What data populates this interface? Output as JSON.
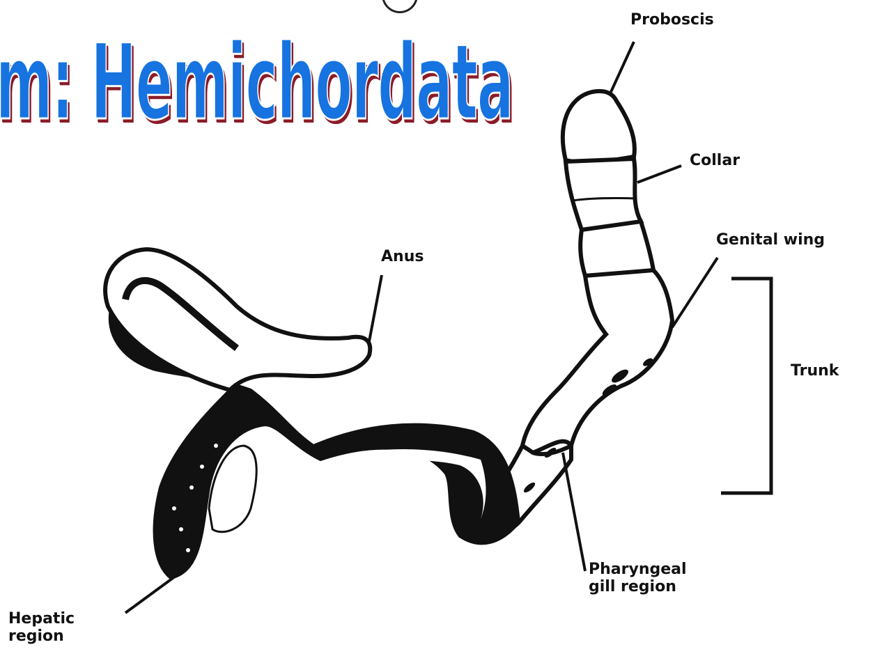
{
  "title": "m: Hemichordata",
  "labels": {
    "proboscis": "Proboscis",
    "collar": "Collar",
    "genital_wing": "Genital wing",
    "anus": "Anus",
    "trunk": "Trunk",
    "pharyngeal_line1": "Pharyngeal",
    "pharyngeal_line2": "gill region",
    "hepatic_line1": "Hepatic",
    "hepatic_line2": "region"
  },
  "colors": {
    "title_fill": "#1673e0",
    "title_shadow": "#8a1c28",
    "ink": "#111111"
  }
}
